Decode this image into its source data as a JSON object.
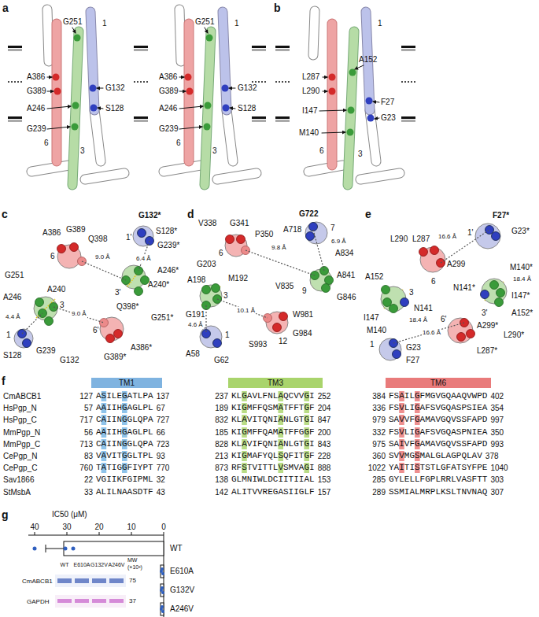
{
  "diagram": {
    "nodes": [
      {
        "text": [
          "TM1"
        ]
      },
      {
        "text": [
          "TM3"
        ]
      },
      {
        "text": [
          "TM6"
        ]
      }
    ],
    "labels": [
      "a",
      "G251",
      "A386",
      "G389",
      "A246",
      "G239",
      "G132",
      "S128",
      "1",
      "6",
      "3",
      "G251",
      "A386",
      "G389",
      "A246",
      "G239",
      "G132",
      "S128",
      "1",
      "6",
      "3",
      "b",
      "A152",
      "L287",
      "L290",
      "I147",
      "F27",
      "G23",
      "M140",
      "1",
      "6",
      "3",
      "c",
      "G132*",
      "S128*",
      "G239*",
      "6.4 Å",
      "A246*",
      "A240*",
      "1'",
      "9.0 Å",
      "Q398",
      "G389",
      "A386",
      "G251",
      "6",
      "3'",
      "3",
      "A246",
      "4.4 Å",
      "1",
      "S128",
      "G239",
      "G132",
      "A240",
      "9.0 Å",
      "Q398*",
      "6'",
      "G251*",
      "G389*",
      "A386*",
      "d",
      "V338",
      "G341",
      "P350",
      "9.8 Å",
      "G722",
      "A718",
      "6.9 Å",
      "A834",
      "V835",
      "A841",
      "G846",
      "W981",
      "G984",
      "S993",
      "12",
      "10.1 Å",
      "M192",
      "A198",
      "G203",
      "G191",
      "A58",
      "G62",
      "4.6 Å",
      "6",
      "3",
      "1",
      "7",
      "9",
      "e",
      "L290",
      "L287",
      "A152",
      "A299",
      "16.6 Å",
      "F27*",
      "G23*",
      "1'",
      "M140*",
      "18.4 Å",
      "N141*",
      "I147*",
      "3'",
      "A152*",
      "A299*",
      "6'",
      "16.6 Å",
      "L290*",
      "L287*",
      "6",
      "3",
      "I147",
      "M140",
      "N141",
      "18.4 Å",
      "G23",
      "1",
      "F27",
      "f",
      "CmABCB1",
      "127",
      "ASILEGATLPA",
      "137",
      "237",
      "KLGAVLFNLAQCVVGI",
      "252",
      "384",
      "FSAILGFMGVGQAAQVWPD",
      "402",
      "HsPgp_N",
      "57",
      "AAIIHGAGLPL",
      "67",
      "189",
      "KIGMFFQSMATFFTGF",
      "204",
      "336",
      "FSVLIGAFSVGQASPSIEA",
      "354",
      "HsPgp_C",
      "717",
      "CAIINGGLQPA",
      "727",
      "832",
      "KLAVITQNIANLGTGI",
      "847",
      "979",
      "SAVVFGAMAVGQVSSFAPD",
      "997",
      "MmPgp_N",
      "56",
      "AAIIHGAGLPL",
      "66",
      "185",
      "KIGMFFQAMATFFGGF",
      "200",
      "332",
      "FSVLIGAFSVGQASPNIEA",
      "350",
      "MmPgp_C",
      "713",
      "CAIINGGLQPA",
      "723",
      "828",
      "KLAVIFQNIANLGTGI",
      "843",
      "975",
      "SAIVFGAMAVGQVSSFAPD",
      "993",
      "CePgp_N",
      "83",
      "VAVITGGLTPL",
      "93",
      "213",
      "KIGMAFYQLSQFITGF",
      "228",
      "360",
      "SVVMGSMALGLAGPQLAV",
      "378",
      "CePgp_C",
      "760",
      "TATIGGFIYPT",
      "770",
      "873",
      "RFSTVITTLVSMVAGI",
      "888",
      "1022",
      "YAITISTSTLGFATSYFPE",
      "1040",
      "Sav1866",
      "22",
      "VGIIKFGIPML",
      "32",
      "138",
      "GLMNIWLDCIITIIAL",
      "153",
      "285",
      "GYLELLFGPLRRLVASFTT",
      "303",
      "StMsbA",
      "33",
      "ALILNAASDTF",
      "43",
      "142",
      "ALITVVREGASIIGLF",
      "157",
      "289",
      "SSMIALMRPLKSLTNVNAQ",
      "307",
      "g",
      "IC50 (μM)",
      "40",
      "30",
      "20",
      "10",
      "0",
      "WT",
      "E610A",
      "G132V",
      "A246V",
      "WT",
      "E610A",
      "G132V",
      "A246V",
      "MW (×10³)",
      "CmABCB1",
      "75",
      "GAPDH",
      "37"
    ]
  }
}
